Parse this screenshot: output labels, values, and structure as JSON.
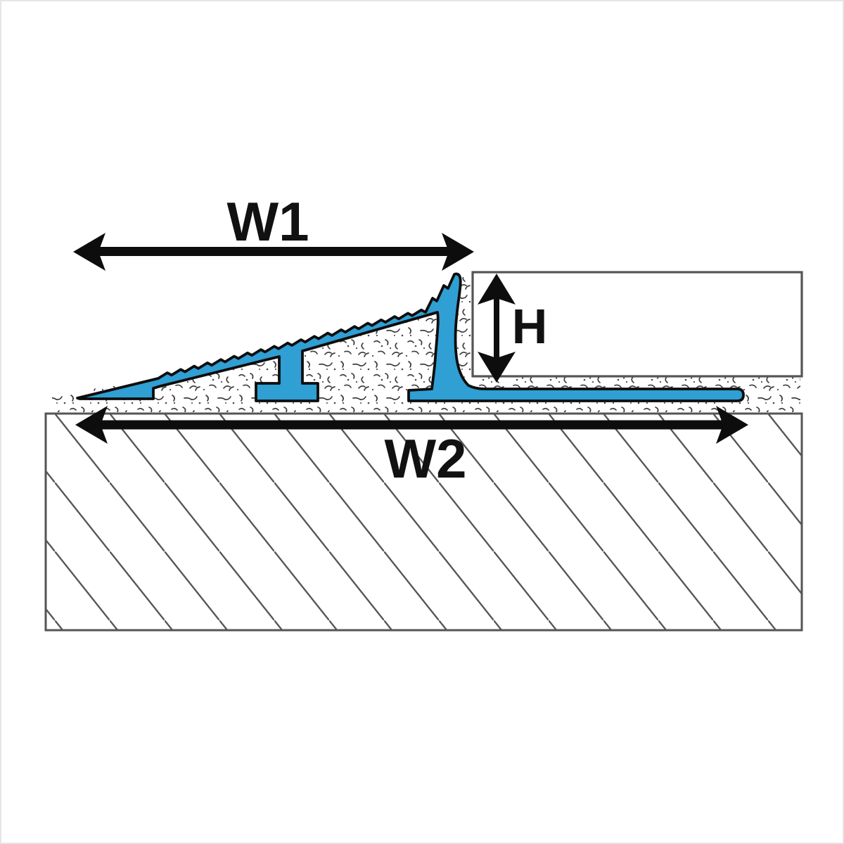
{
  "diagram": {
    "type": "technical-cross-section",
    "subject": "floor transition ramp profile installed on subfloor next to tile",
    "labels": {
      "w1": "W1",
      "w2": "W2",
      "h": "H"
    },
    "annotations": [
      {
        "name": "w1-dimension",
        "label": "W1",
        "meaning": "width of sloped ramp section",
        "arrow": "horizontal-double"
      },
      {
        "name": "w2-dimension",
        "label": "W2",
        "meaning": "overall base width of profile",
        "arrow": "horizontal-double"
      },
      {
        "name": "h-dimension",
        "label": "H",
        "meaning": "height of floor covering edge",
        "arrow": "vertical-double"
      }
    ],
    "parts": {
      "ramp_profile": "blue serrated ramp transition profile with T-foot and base anchoring leg",
      "adhesive_layer": "stippled thin-set adhesive bed",
      "floor_covering": "white tile / floor covering at right",
      "subfloor": "diagonally hatched screed / subfloor block"
    },
    "colors": {
      "profile_blue": "#2F9FD4",
      "outline_black": "#0d0d0d",
      "hatch_gray": "#565656",
      "tile_border_gray": "#555555",
      "stipple_gray": "#3d3d3d",
      "background": "#ffffff",
      "frame": "#e6e6e6"
    }
  }
}
